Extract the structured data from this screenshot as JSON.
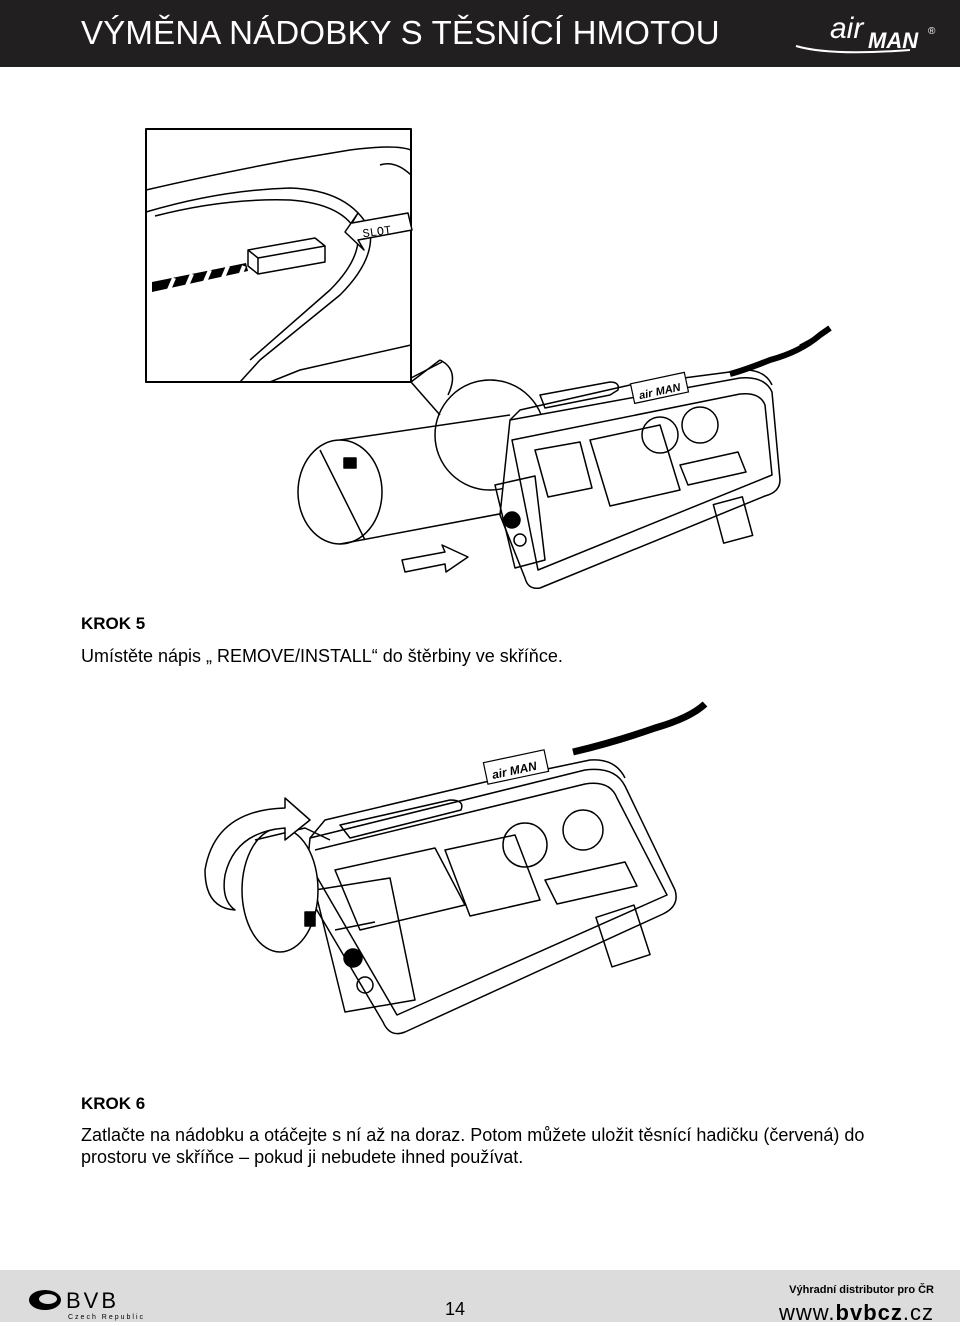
{
  "header": {
    "title": "VÝMĚNA NÁDOBKY S TĚSNÍCÍ HMOTOU",
    "logo": {
      "prefix": "air",
      "suffix": "MAN",
      "mark": "®"
    }
  },
  "figure1": {
    "slot_label": "SLOT"
  },
  "steps": [
    {
      "title": "KROK 5",
      "text": "Umístěte nápis „ REMOVE/INSTALL“ do štěrbiny ve skříňce."
    },
    {
      "title": "KROK 6",
      "text": "Zatlačte na nádobku a otáčejte s ní až na doraz. Potom můžete uložit těsnící hadičku (červená) do prostoru ve skříňce – pokud ji nebudete ihned používat."
    }
  ],
  "footer": {
    "page_number": "14",
    "distributor": "Výhradní distributor pro ČR",
    "url_prefix": "www.",
    "url_bold": "bvbcz",
    "url_suffix": ".cz",
    "bvb_logo": {
      "name": "BVB",
      "sub": "Czech Republic"
    }
  },
  "colors": {
    "header_bg": "#221f20",
    "footer_bg": "#dcdcdc"
  }
}
